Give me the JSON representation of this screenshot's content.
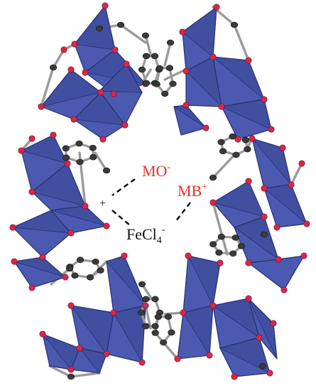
{
  "labels": {
    "anion_main": "MO",
    "anion_charge": "-",
    "cation_main": "MB",
    "cation_charge": "+",
    "plus_sign": "+",
    "fecl_main": "FeCl",
    "fecl_subscript": "4",
    "fecl_charge": "-"
  },
  "colors": {
    "polyhedron_fill": "#4b5ab0",
    "polyhedron_shade": "#3a4796",
    "polyhedron_edge": "#27306e",
    "oxygen_atom": "#d8274b",
    "carbon_atom": "#3a3a3a",
    "bond": "#9a9a9a",
    "label_red": "#e8322c",
    "label_black": "#111111"
  }
}
